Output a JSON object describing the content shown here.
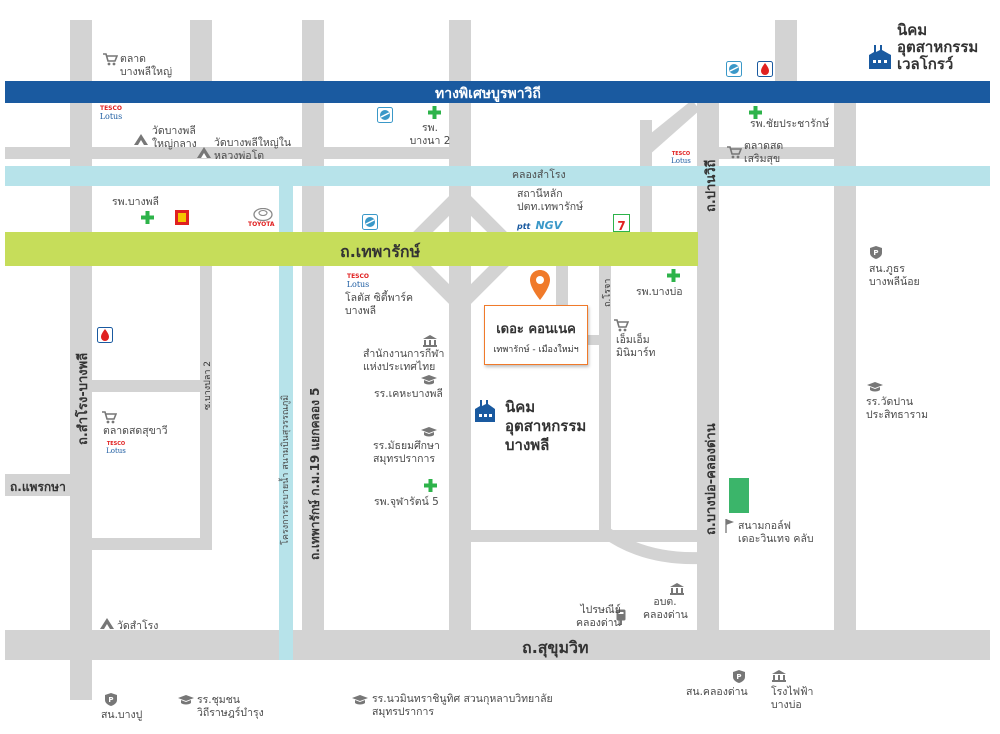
{
  "roads": {
    "bangna_trad_hwy": "ทางพิเศษบูรพาวิถี",
    "theparak": "ถ.เทพารักษ์",
    "sukhumvit": "ถ.สุขุมวิท",
    "pan_withi": "ถ.ปานวิถี",
    "bangbo_khlongdan": "ถ.บางบ่อ-คลองด่าน",
    "samrong_bangphli": "ถ.สำโรง-บางพลี",
    "phraeksa": "ถ.แพรกษา",
    "theparak_km19": "ถ.เทพารักษ์ ก.ม.19 แยกคลอง 5",
    "soi_bangpla2": "ซ.บางปลา 2",
    "soi_rocha": "ถ.โรจา",
    "khlong_samrong": "คลองสำโรง",
    "irrigation_canal": "โครงการระบายน้ำ สนามบินสุวรรณภูมิ"
  },
  "project": {
    "name": "เดอะ คอนเนค",
    "subtitle": "เทพารักษ์ - เมืองใหม่ฯ"
  },
  "industrial_estates": {
    "bangphli": "นิคม\nอุตสาหกรรม\nบางพลี",
    "wellgrow": "นิคม\nอุตสาหกรรม\nเวลโกรว์"
  },
  "places": {
    "talat_bangphli_yai": "ตลาด\nบางพลีใหญ่",
    "wat_bangphli_yai_klang": "วัดบางพลี\nใหญ่กลาง",
    "wat_bangphli_yai_nai": "วัดบางพลีใหญ่ใน\nหลวงพ่อโต",
    "rp_bangna2": "รพ.\nบางนา 2",
    "rp_chaiyaprasit": "รพ.ชัยประชารักษ์",
    "talat_sermsuk": "ตลาดสด\nเสริมสุข",
    "rp_bangphli": "รพ.บางพลี",
    "ptt_station": "สถานีหลัก\nปตท.เทพารักษ์",
    "lotus_citypark": "โลตัส ซิตี้พาร์ค\nบางพลี",
    "rp_bangbo": "รพ.บางบ่อ",
    "sanamkila": "สำนักงานการกีฬา\nแห่งประเทศไทย",
    "rr_kheha": "รร.เคหะบางพลี",
    "rr_mahidol": "รร.มัธยมศึกษา\nสมุทรปราการ",
    "rp_jularat5": "รพ.จุฬารัตน์ 5",
    "mm_minimart": "เอ็มเอ็ม\nมินิมาร์ท",
    "talat_sukhuthawi": "ตลาดสดสุขาวี",
    "wat_samrong": "วัดสำโรง",
    "post_office": "ไปรษณีย์\nคลองด่าน",
    "amphoe_khlongdan": "อบต.\nคลองด่าน",
    "golf": "สนามกอล์ฟ\nเดอะวินเทจ คลับ",
    "police_phutsa": "สน.ภูธร\nบางพลีน้อย",
    "rr_wat_pan": "รร.วัดปาน\nประสิทธาราม",
    "police_bangpu": "สน.บางปู",
    "rr_chumchon": "รร.ชุมชน\nวิถีราษฎร์บำรุง",
    "rr_navamin": "รร.นวมินทราชินูทิศ สวนกุหลาบวิทยาลัย\nสมุทรปราการ",
    "police_khlongdan": "สน.คลองด่าน",
    "power_plant": "โรงไฟฟ้า\nบางบ่อ"
  },
  "brands": {
    "tesco": "TESCO",
    "lotus": "Lotus",
    "toyota": "TOYOTA",
    "ptt": "ptt",
    "ngv": "NGV",
    "seven": "7"
  },
  "colors": {
    "highway": "#1a5aa0",
    "main_road": "#c6dd5a",
    "canal": "#b7e3ea",
    "road": "#d3d3d3",
    "pin": "#f07a2a",
    "industrial_icon": "#1a5aa0",
    "hospital": "#2db34a",
    "golf": "#3bb56a"
  }
}
